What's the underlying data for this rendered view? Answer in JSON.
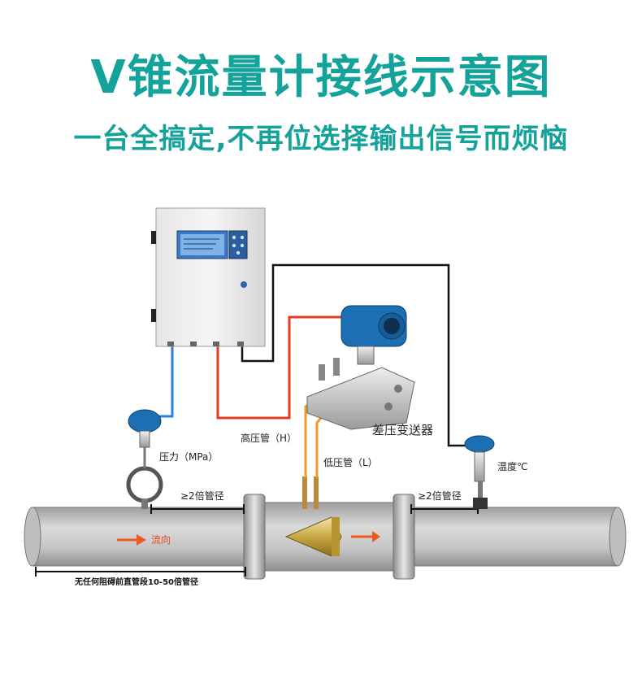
{
  "header": {
    "title": "V锥流量计接线示意图",
    "subtitle": "一台全搞定,不再位选择输出信号而烦恼"
  },
  "labels": {
    "pressure": "压力（MPa）",
    "dp_transmitter": "差压变送器",
    "high_pressure_tube": "高压管（H）",
    "low_pressure_tube": "低压管（L）",
    "temperature": "温度℃",
    "upstream_distance": "≥2倍管径",
    "downstream_distance": "≥2倍管径",
    "flow_direction": "流向",
    "straight_section": "无任何阻碍前直管段10-50倍管径"
  },
  "colors": {
    "title": "#14a39a",
    "subtitle": "#14a39a",
    "blue_wire": "#2f7fd8",
    "red_wire": "#e0401f",
    "black_wire": "#111111",
    "orange_tube": "#f09a26",
    "pipe": "#c9c9c9",
    "transmitter": "#1c6fb2",
    "arrow": "#f05a1e"
  }
}
